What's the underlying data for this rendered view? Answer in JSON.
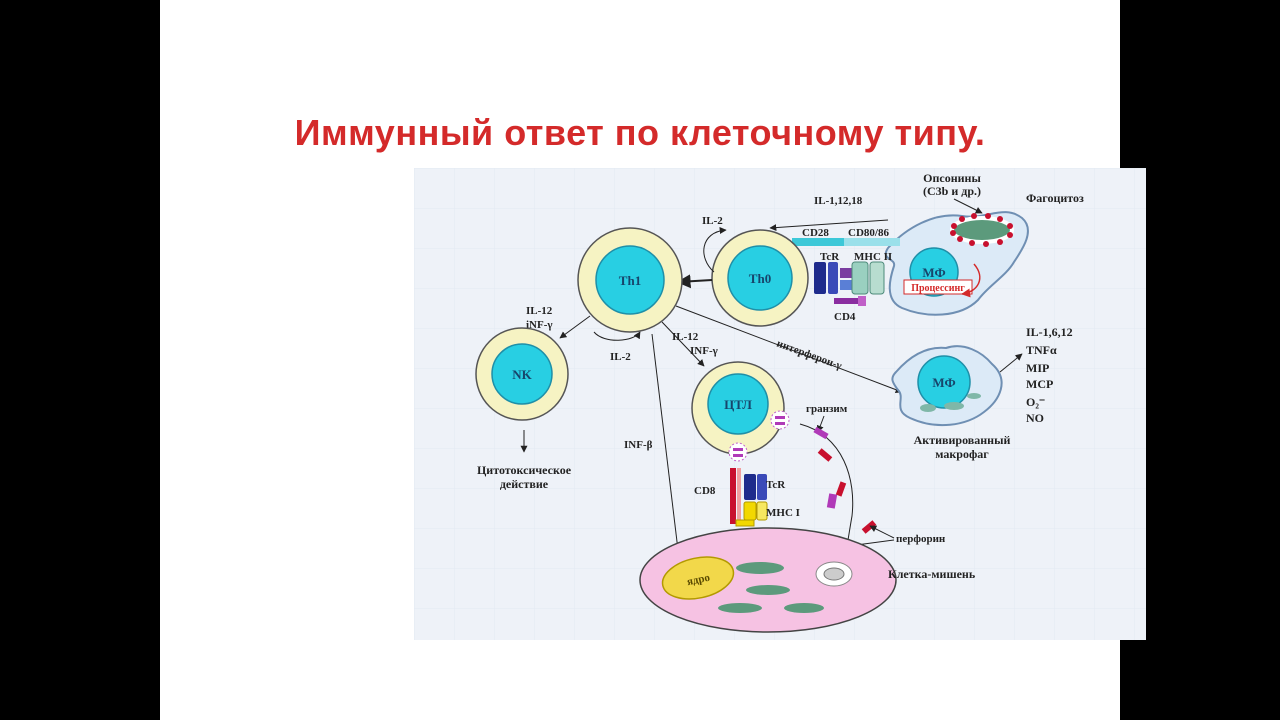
{
  "slide": {
    "title": "Иммунный ответ по клеточному типу.",
    "colors": {
      "title": "#d42a2a",
      "cell_membrane": "#f6f3c3",
      "nucleus": "#28cfe3",
      "macrophage": "#dceaf7",
      "target_cell": "#f6c2e3"
    }
  },
  "diagram": {
    "cells": {
      "th1": "Th1",
      "th0": "Th0",
      "nk": "NK",
      "ctl": "ЦТЛ",
      "mf_top": "МФ",
      "mf_activated": "МФ",
      "nucleus": "ядро"
    },
    "labels": {
      "opsonins_1": "Опсонины",
      "opsonins_2": "(C3b и др.)",
      "phagocytosis": "Фагоцитоз",
      "il_1_12_18": "IL-1,12,18",
      "il2_top": "IL-2",
      "cd28": "CD28",
      "cd80": "CD80/86",
      "tcr_top": "TcR",
      "mhc2": "MHC II",
      "processing": "Процессинг",
      "cd4": "CD4",
      "il12_left": "IL-12",
      "inf_gamma_left": "iNF-γ",
      "il2_bottom": "IL-2",
      "il12_mid": "IL-12",
      "inf_gamma_mid": "INF-γ",
      "interferon": "интерферон-γ",
      "cytokines": [
        "IL-1,6,12",
        "TNFα",
        "MIP",
        "MCP",
        "O₂⁻",
        "NO"
      ],
      "activated_1": "Активированный",
      "activated_2": "макрофаг",
      "cytotoxic_1": "Цитотоксическое",
      "cytotoxic_2": "действие",
      "inf_beta": "INF-β",
      "granzyme": "гранзим",
      "cd8": "CD8",
      "tcr_bottom": "TcR",
      "mhc1": "MHC I",
      "perforin": "перфорин",
      "target_cell": "Клетка-мишень"
    }
  }
}
